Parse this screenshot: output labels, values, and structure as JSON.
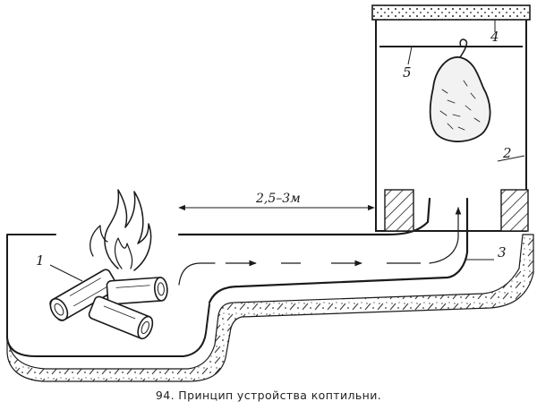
{
  "caption": "94. Принцип устройства коптильни.",
  "labels": {
    "firebox": "1",
    "chamber": "2",
    "flue": "3",
    "lid": "4",
    "rod": "5"
  },
  "dimension": "2,5–3м"
}
